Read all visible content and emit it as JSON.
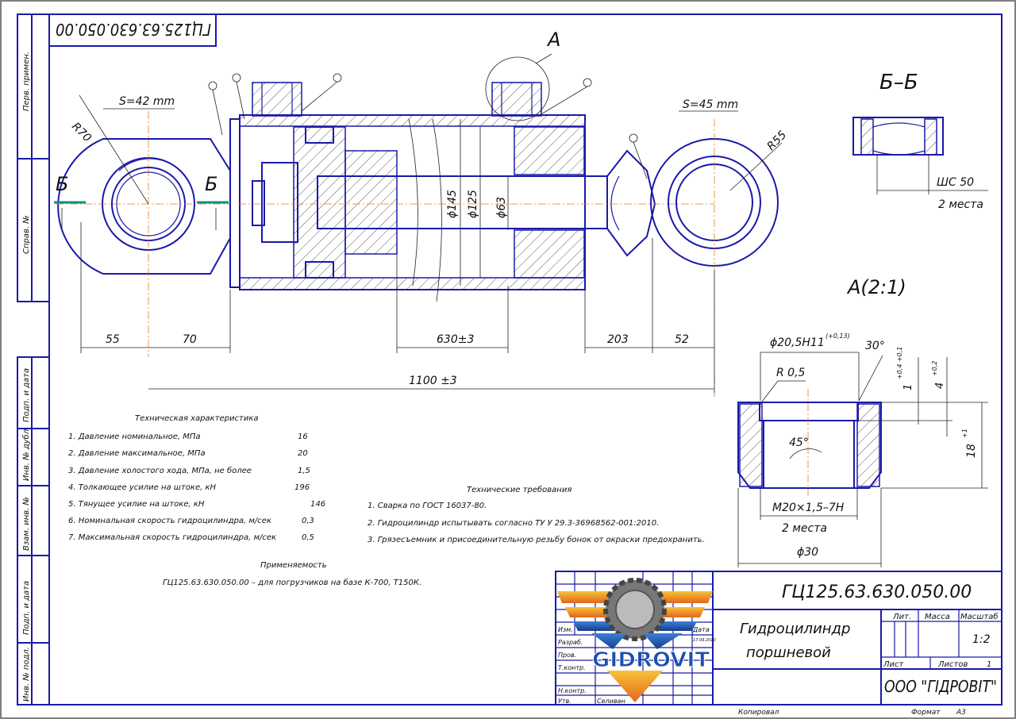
{
  "stamp_top": "ГЦ125.63.630.050.00",
  "side_labels": [
    "Перв. примен.",
    "Справ. №",
    "Подп. и дата",
    "Инв. № дубл.",
    "Взам. инв. №",
    "Подп. и дата",
    "Инв. № подл."
  ],
  "views": {
    "section_mark": "Б",
    "detail_mark": "А",
    "section_title": "Б–Б",
    "detail_title": "А(2:1)",
    "left_eye_s": "S=42 mm",
    "left_eye_r": "R70",
    "right_eye_s": "S=45 mm",
    "right_eye_r": "R55"
  },
  "dimensions": {
    "d55": "55",
    "d70": "70",
    "d630": "630±3",
    "d203": "203",
    "d52": "52",
    "d1100": "1100 ±3",
    "phi145": "ϕ145",
    "phi125": "ϕ125",
    "phi63": "ϕ63",
    "shs50": "ШС 50",
    "places2": "2 места",
    "detail": {
      "phi205": "ϕ20,5H11",
      "phi205_tol": "(+0,13)",
      "angle30": "30°",
      "r05": "R 0,5",
      "d1": "1",
      "d1_tol": "+0,4 +0,1",
      "d4": "4",
      "d4_tol": "+0,2",
      "angle45": "45°",
      "d18": "18",
      "d18_tol": "+1",
      "thread": "M20×1,5–7H",
      "places": "2 места",
      "phi30": "ϕ30"
    }
  },
  "tech_characteristics": {
    "title": "Техническая характеристика",
    "rows": [
      {
        "label": "1. Давление номинальное, МПа",
        "value": "16"
      },
      {
        "label": "2. Давление максимальное, МПа",
        "value": "20"
      },
      {
        "label": "3. Давление холостого хода, МПа, не более",
        "value": "1,5"
      },
      {
        "label": "4. Толкающее усилие на штоке, кН",
        "value": "196"
      },
      {
        "label": "5. Тянущее усилие на штоке, кН",
        "value": "146"
      },
      {
        "label": "6. Номинальная скорость гидроцилиндра, м/сек",
        "value": "0,3"
      },
      {
        "label": "7. Максимальная скорость гидроцилиндра, м/сек",
        "value": "0,5"
      }
    ]
  },
  "applicability": {
    "title": "Применяемость",
    "text": "ГЦ125.63.630.050.00 – для погрузчиков на базе К-700, Т150К."
  },
  "tech_requirements": {
    "title": "Технические требования",
    "items": [
      "1. Сварка по ГОСТ 16037-80.",
      "2. Гидроцилиндр испытывать согласно ТУ У 29.3-36968562-001:2010.",
      "3. Грязесъемник и присоединительную резьбу бонок от окраски предохранить."
    ]
  },
  "title_block": {
    "designation": "ГЦ125.63.630.050.00",
    "name_line1": "Гидроцилиндр",
    "name_line2": "поршневой",
    "lit_label": "Лит.",
    "mass_label": "Масса",
    "scale_label": "Масштаб",
    "scale": "1:2",
    "sheet_label": "Лист",
    "sheets_label": "Листов",
    "sheets": "1",
    "company": "ООО \"ГІДРОВІТ\"",
    "rows": [
      "Изм.",
      "Разраб.",
      "Пров.",
      "Т.контр.",
      "Н.контр.",
      "Утв."
    ],
    "date_label": "Дата",
    "date": "17.09.2010",
    "approver": "Селиван",
    "copied": "Копировал",
    "format_label": "Формат",
    "format": "А3",
    "logo_text": "GIDROVIT"
  }
}
